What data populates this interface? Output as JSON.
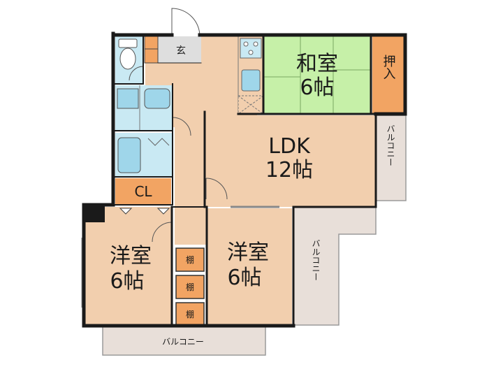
{
  "rooms": {
    "washitsu": {
      "name": "和室",
      "size": "6帖"
    },
    "oshiire": {
      "name": "押入"
    },
    "ldk": {
      "name": "LDK",
      "size": "12帖"
    },
    "genkan": {
      "name": "玄"
    },
    "closet": {
      "name": "CL"
    },
    "yoshitsu_left": {
      "name": "洋室",
      "size": "6帖"
    },
    "yoshitsu_center": {
      "name": "洋室",
      "size": "6帖"
    },
    "tana": [
      "棚",
      "棚",
      "棚"
    ]
  },
  "balconies": {
    "east_small": "バルコニー",
    "east_large": "バルコニー",
    "south": "バルコニー"
  },
  "colors": {
    "wall": "#1a1a1a",
    "floor": "#f2cfae",
    "washitsu": "#c6f0a8",
    "storage": "#f2a463",
    "wet": "#c9e9f3",
    "fixture": "#9fd6ea",
    "balcony": "#e8dfd9",
    "genkan": "#dedede"
  }
}
